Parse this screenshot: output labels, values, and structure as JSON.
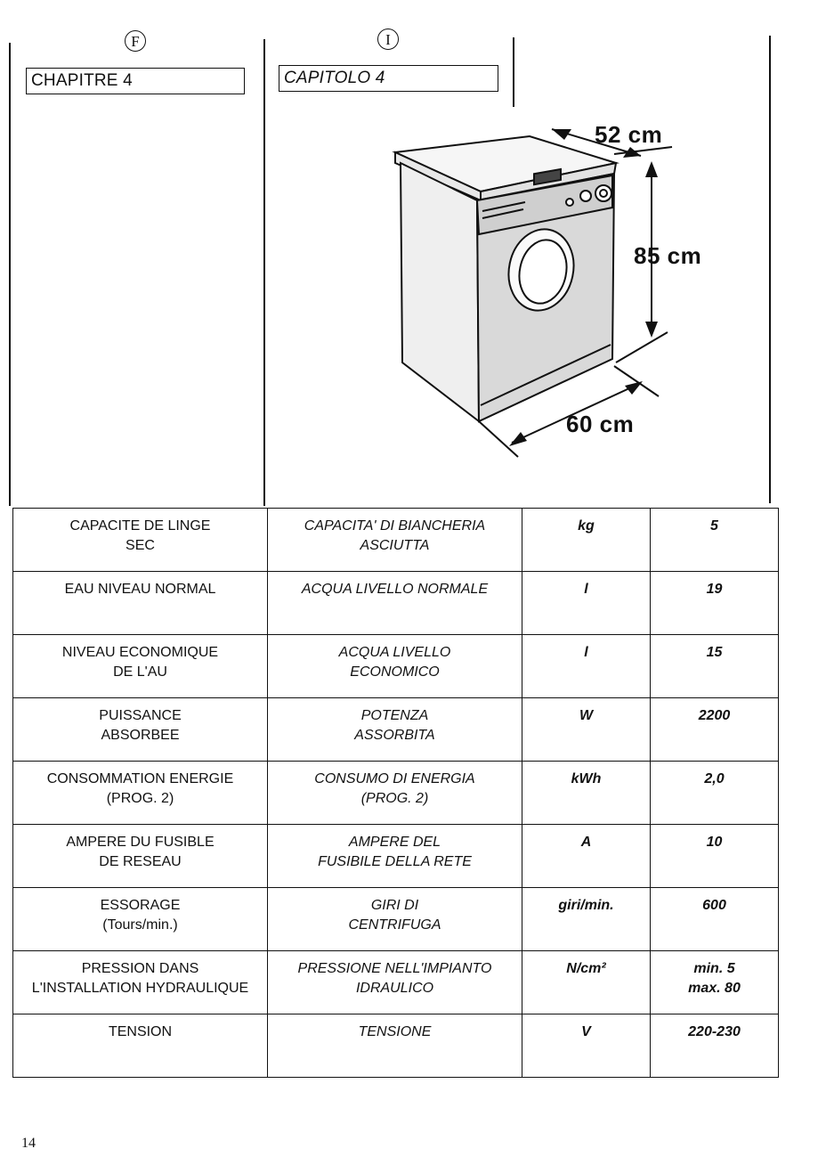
{
  "header": {
    "fr_lang_mark": "F",
    "it_lang_mark": "I",
    "fr_chapter": "CHAPITRE 4",
    "it_chapter": "CAPITOLO 4"
  },
  "illustration": {
    "depth_label": "52 cm",
    "height_label": "85 cm",
    "width_label": "60 cm"
  },
  "specs": {
    "rows": [
      {
        "fr1": "CAPACITE DE LINGE",
        "fr2": "SEC",
        "it1": "CAPACITA' DI BIANCHERIA",
        "it2": "ASCIUTTA",
        "unit": "kg",
        "v1": "5",
        "v2": ""
      },
      {
        "fr1": "EAU NIVEAU NORMAL",
        "fr2": "",
        "it1": "ACQUA LIVELLO NORMALE",
        "it2": "",
        "unit": "l",
        "v1": "19",
        "v2": ""
      },
      {
        "fr1": "NIVEAU ECONOMIQUE",
        "fr2": "DE L'AU",
        "it1": "ACQUA LIVELLO",
        "it2": "ECONOMICO",
        "unit": "l",
        "v1": "15",
        "v2": ""
      },
      {
        "fr1": "PUISSANCE",
        "fr2": "ABSORBEE",
        "it1": "POTENZA",
        "it2": "ASSORBITA",
        "unit": "W",
        "v1": "2200",
        "v2": ""
      },
      {
        "fr1": "CONSOMMATION ENERGIE",
        "fr2": "(PROG. 2)",
        "it1": "CONSUMO DI ENERGIA",
        "it2": "(PROG. 2)",
        "unit": "kWh",
        "v1": "2,0",
        "v2": ""
      },
      {
        "fr1": "AMPERE DU FUSIBLE",
        "fr2": "DE RESEAU",
        "it1": "AMPERE DEL",
        "it2": "FUSIBILE DELLA RETE",
        "unit": "A",
        "v1": "10",
        "v2": ""
      },
      {
        "fr1": "ESSORAGE",
        "fr2": "(Tours/min.)",
        "it1": "GIRI DI",
        "it2": "CENTRIFUGA",
        "unit": "giri/min.",
        "v1": "600",
        "v2": ""
      },
      {
        "fr1": "PRESSION DANS",
        "fr2": "L'INSTALLATION HYDRAULIQUE",
        "it1": "PRESSIONE NELL'IMPIANTO",
        "it2": "IDRAULICO",
        "unit": "N/cm²",
        "v1": "min. 5",
        "v2": "max. 80"
      },
      {
        "fr1": "TENSION",
        "fr2": "",
        "it1": "TENSIONE",
        "it2": "",
        "unit": "V",
        "v1": "220-230",
        "v2": ""
      }
    ]
  },
  "footer": {
    "page_number": "14"
  }
}
